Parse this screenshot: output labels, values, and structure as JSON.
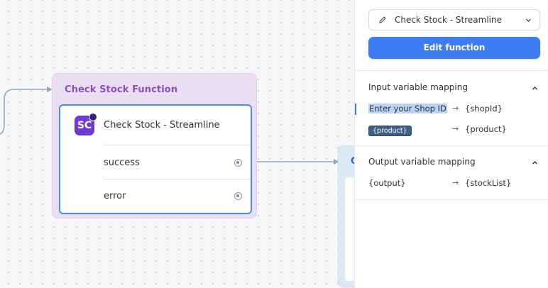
{
  "canvas": {
    "node": {
      "title": "Check Stock Function",
      "step": {
        "icon_text": "SC",
        "label": "Check Stock - Streamline"
      },
      "ports": [
        {
          "label": "success"
        },
        {
          "label": "error"
        }
      ]
    },
    "next_node": {
      "title_initial": "C"
    }
  },
  "panel": {
    "function_select": {
      "value": "Check Stock - Streamline",
      "icon": "pencil-icon"
    },
    "edit_button_label": "Edit function",
    "input_mapping": {
      "title": "Input variable mapping",
      "rows": [
        {
          "source": "Enter your Shop ID",
          "arrow": "→",
          "target": "{shopId}"
        },
        {
          "source": "{product}",
          "arrow": "→",
          "target": "{product}"
        }
      ]
    },
    "output_mapping": {
      "title": "Output variable mapping",
      "rows": [
        {
          "source": "{output}",
          "arrow": "→",
          "target": "{stockList}"
        }
      ]
    }
  },
  "colors": {
    "node_bg": "#eadff2",
    "node_title": "#8c4fba",
    "accent_blue": "#3d7cf2",
    "app_icon": "#6f3ad2"
  }
}
